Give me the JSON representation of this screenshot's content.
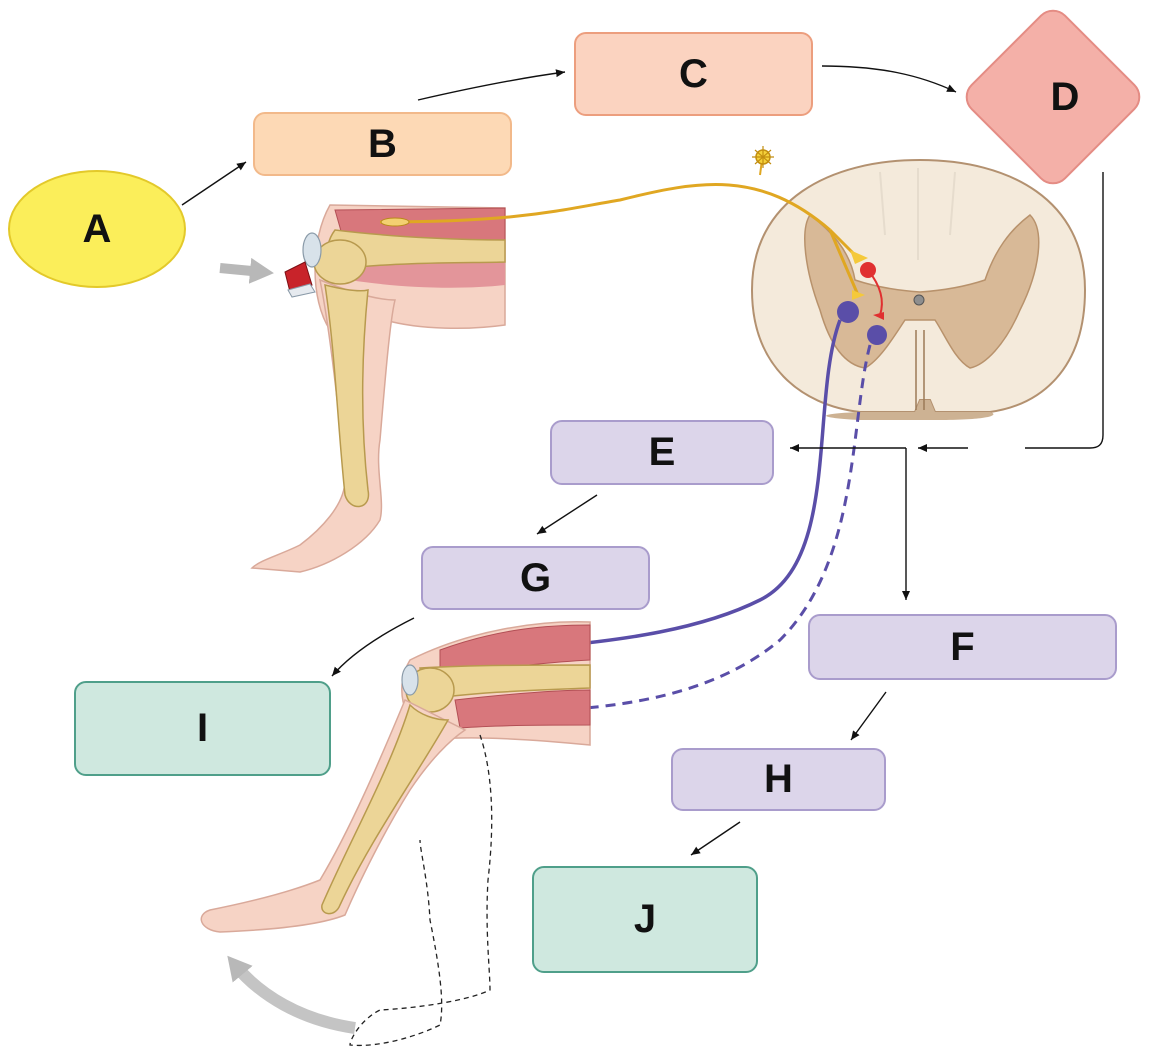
{
  "nodes": {
    "A": "A",
    "B": "B",
    "C": "C",
    "D": "D",
    "E": "E",
    "F": "F",
    "G": "G",
    "H": "H",
    "I": "I",
    "J": "J"
  },
  "colors": {
    "receptor_oval": "#fbee5a",
    "afferent_boxes": "#fdd9b5",
    "integration_diamond": "#f4b0a8",
    "efferent_boxes": "#dcd5ea",
    "effector_boxes": "#cfe8df",
    "sensory_neuron": "#e8b52a",
    "motor_neuron": "#5a4ea8",
    "interneuron": "#e03030"
  },
  "illustrations": [
    "knee-tap-leg",
    "spinal-cord-cross-section",
    "knee-extension-leg"
  ]
}
